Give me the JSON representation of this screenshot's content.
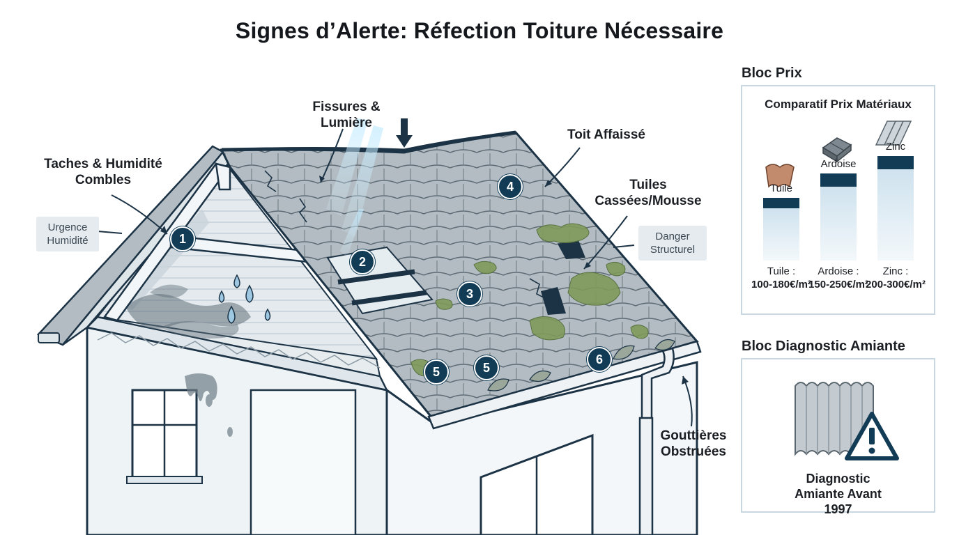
{
  "title": "Signes d’Alerte: Réfection Toiture Nécessaire",
  "labels": {
    "taches": "Taches & Humidité Combles",
    "fissures": "Fissures & Lumière",
    "affaisse": "Toit Affaissé",
    "tuiles": "Tuiles Cassées/Mousse",
    "gouttieres": "Gouttières Obstruées"
  },
  "tags": {
    "urgence": "Urgence Humidité",
    "danger": "Danger Structurel"
  },
  "badges": [
    "1",
    "2",
    "3",
    "4",
    "5",
    "5",
    "6"
  ],
  "prix": {
    "heading": "Bloc Prix",
    "panel_title": "Comparatif Prix Matériaux",
    "materials": [
      {
        "name": "Tuile",
        "price_label": "Tuile :",
        "price": "100-180€/m²",
        "min": 100,
        "max": 180
      },
      {
        "name": "Ardoise",
        "price_label": "Ardoise :",
        "price": "150-250€/m²",
        "min": 150,
        "max": 250
      },
      {
        "name": "Zinc",
        "price_label": "Zinc :",
        "price": "200-300€/m²",
        "min": 200,
        "max": 300
      }
    ]
  },
  "amiante": {
    "heading": "Bloc Diagnostic Amiante",
    "text": "Diagnostic Amiante Avant 1997"
  },
  "colors": {
    "navy": "#123c56",
    "roof_tile": "#aab4ba",
    "moss": "#7f9a5a",
    "wall": "#edf2f5",
    "stain": "#6f7d87"
  }
}
